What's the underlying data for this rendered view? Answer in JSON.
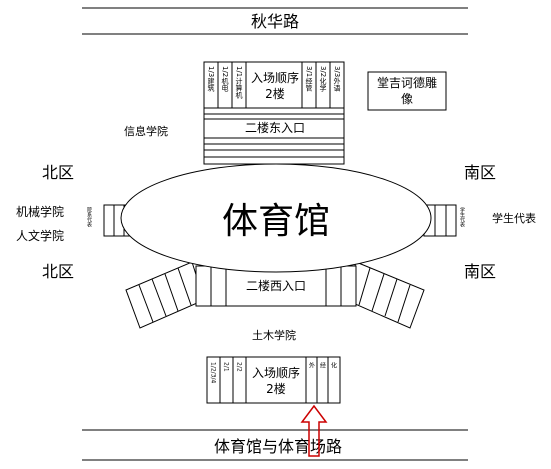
{
  "roads": {
    "top": "秋华路",
    "bottom": "体育馆与体育场路"
  },
  "arena": {
    "label": "体育馆"
  },
  "entrances": {
    "east_upper": "二楼东入口",
    "west_upper": "二楼西入口"
  },
  "entry_order": {
    "north_box": {
      "line1": "入场顺序",
      "line2": "2楼"
    },
    "south_box": {
      "line1": "入场顺序",
      "line2": "2楼"
    }
  },
  "zones": {
    "north_left": "北区",
    "north_right": "南区",
    "south_left": "北区",
    "south_right": "南区"
  },
  "colleges": {
    "info": "信息学院",
    "mech": "机械学院",
    "humanities": "人文学院",
    "civil": "土木学院",
    "students": "学生代表"
  },
  "statue": {
    "line1": "堂吉诃德雕",
    "line2": "像"
  },
  "tiny_labels": {
    "north_left_col1": "1/3建筑",
    "north_left_col2": "1/2机电",
    "north_left_col3": "1/1计算机",
    "north_right_col1": "3/1经管",
    "north_right_col2": "3/2化学",
    "north_right_col3": "3/3外语",
    "south_left_col1": "1/2/3/4",
    "south_left_col2": "2/1",
    "south_left_col3": "2/2",
    "south_right_col1": "外",
    "south_right_col2": "经",
    "south_right_col3": "化",
    "west_gate": "院系代表",
    "east_gate": "学生代表"
  },
  "colors": {
    "line": "#000000",
    "arrow": "#cc0000"
  }
}
